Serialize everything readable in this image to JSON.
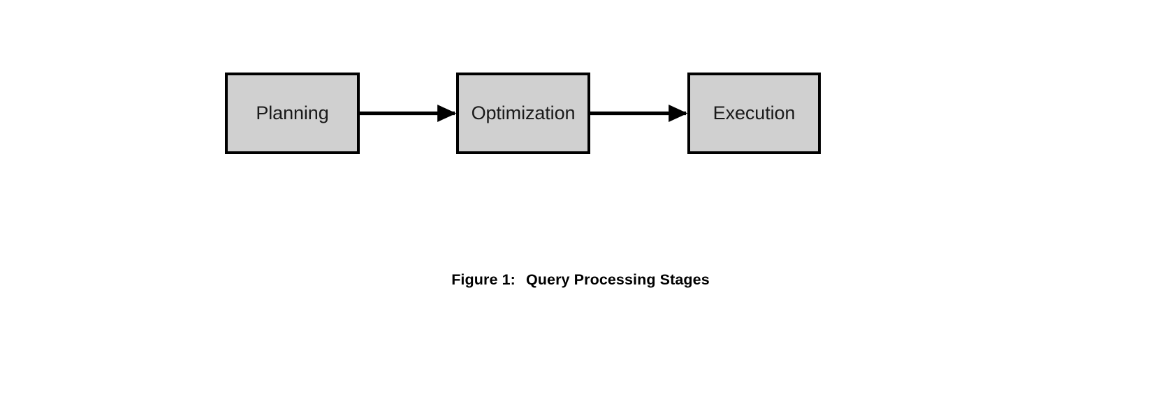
{
  "figure": {
    "caption_label": "Figure 1:",
    "caption_title": "Query Processing Stages",
    "background_color": "#ffffff"
  },
  "diagram": {
    "type": "flowchart",
    "orientation": "left-to-right",
    "node_fill_color": "#d0d0d0",
    "node_border_color": "#000000",
    "connector_color": "#000000",
    "nodes": [
      {
        "id": "planning",
        "label": "Planning"
      },
      {
        "id": "optimization",
        "label": "Optimization"
      },
      {
        "id": "execution",
        "label": "Execution"
      }
    ],
    "connectors": [
      {
        "id": "planning-to-optimization",
        "from": "planning",
        "to": "optimization",
        "style": "solid-arrow"
      },
      {
        "id": "optimization-to-execution",
        "from": "optimization",
        "to": "execution",
        "style": "solid-arrow"
      }
    ]
  }
}
